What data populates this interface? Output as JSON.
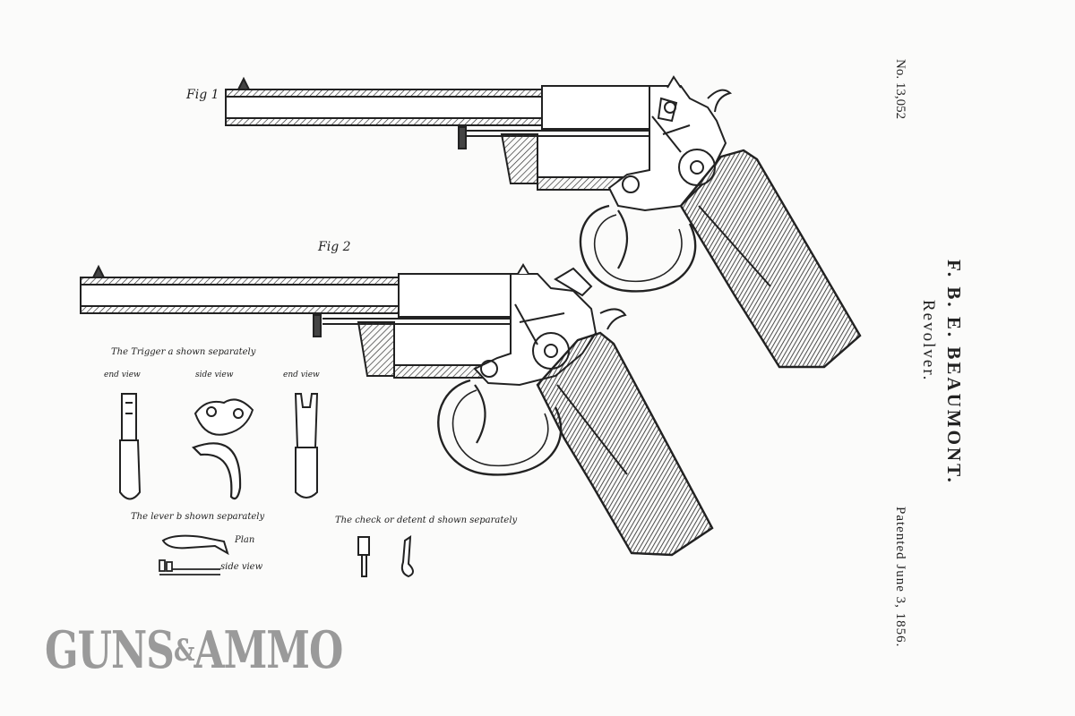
{
  "patent": {
    "number": "No. 13,052",
    "inventor": "F. B. E. BEAUMONT.",
    "title": "Revolver.",
    "date": "Patented June 3, 1856."
  },
  "figures": {
    "fig1": "Fig 1",
    "fig2": "Fig 2"
  },
  "annotations": {
    "trigger_caption": "The Trigger a shown separately",
    "end_view_left": "end view",
    "side_view": "side view",
    "end_view_right": "end view",
    "lever_caption": "The lever b shown separately",
    "check_caption": "The check or detent d shown separately",
    "plan": "Plan",
    "side_view_lever": "side view"
  },
  "watermark": {
    "part1": "GUNS",
    "amp": "&",
    "part2": "AMMO"
  }
}
